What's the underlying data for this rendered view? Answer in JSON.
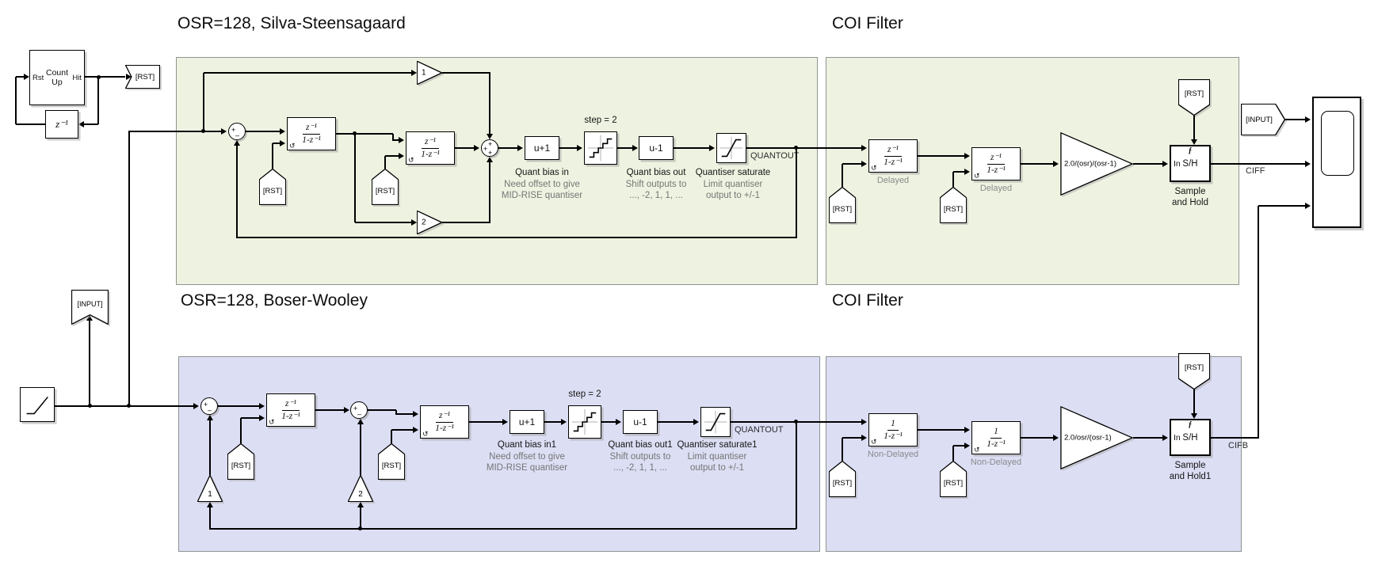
{
  "colors": {
    "panel_green": "#eef3e1",
    "panel_lavender": "#dcdef4",
    "panel_border": "#8e958f",
    "wire": "#000000",
    "annotation_gray": "#757575"
  },
  "glyphs": {
    "plus": "+",
    "minus": "–",
    "trigger": "ƒ",
    "reset": "↺"
  },
  "counter": {
    "block": "Count Up",
    "rst_port": "Rst",
    "hit_port": "Hit",
    "goto_tag": "[RST]",
    "unit_delay": "z⁻¹"
  },
  "source": {
    "input_tag": "[INPUT]"
  },
  "silva": {
    "title": "OSR=128, Silva-Steensagaard",
    "ff_gain": "1",
    "fb_gain": "2",
    "int1": {
      "num": "z⁻¹",
      "den": "1-z⁻¹",
      "rst": "[RST]"
    },
    "int2": {
      "num": "z⁻¹",
      "den": "1-z⁻¹",
      "rst": "[RST]"
    },
    "bias_in": {
      "expr": "u+1",
      "name": "Quant bias in",
      "note1": "Need offset to give",
      "note2": "MID-RISE quantiser"
    },
    "quantizer": {
      "step": "step = 2"
    },
    "bias_out": {
      "expr": "u-1",
      "name": "Quant bias out",
      "note1": "Shift outputs to",
      "note2": "..., -2, 1, 1, ..."
    },
    "saturate": {
      "name": "Quantiser saturate",
      "note1": "Limit quantiser",
      "note2": "output to +/-1"
    },
    "signal": "QUANTOUT"
  },
  "coi_top": {
    "title": "COI Filter",
    "int1": {
      "num": "z⁻¹",
      "den": "1-z⁻¹",
      "label": "Delayed",
      "rst": "[RST]"
    },
    "int2": {
      "num": "z⁻¹",
      "den": "1-z⁻¹",
      "label": "Delayed",
      "rst": "[RST]"
    },
    "gain": "2.0/(osr)/(osr-1)",
    "sh": {
      "rst": "[RST]",
      "in_port": "In",
      "port": "S/H",
      "name1": "Sample",
      "name2": "and Hold"
    },
    "signal": "CIFF"
  },
  "boser": {
    "title": "OSR=128, Boser-Wooley",
    "fb_gain1": "1",
    "fb_gain2": "2",
    "int1": {
      "num": "z⁻¹",
      "den": "1-z⁻¹",
      "rst": "[RST]"
    },
    "int2": {
      "num": "z⁻¹",
      "den": "1-z⁻¹",
      "rst": "[RST]"
    },
    "bias_in": {
      "expr": "u+1",
      "name": "Quant bias in1",
      "note1": "Need offset to give",
      "note2": "MID-RISE quantiser"
    },
    "quantizer": {
      "step": "step = 2"
    },
    "bias_out": {
      "expr": "u-1",
      "name": "Quant bias out1",
      "note1": "Shift outputs to",
      "note2": "..., -2, 1, 1, ..."
    },
    "saturate": {
      "name": "Quantiser saturate1",
      "note1": "Limit quantiser",
      "note2": "output to +/-1"
    },
    "signal": "QUANTOUT"
  },
  "coi_bottom": {
    "title": "COI Filter",
    "int1": {
      "num": "1",
      "den": "1-z⁻¹",
      "label": "Non-Delayed",
      "rst": "[RST]"
    },
    "int2": {
      "num": "1",
      "den": "1-z⁻¹",
      "label": "Non-Delayed",
      "rst": "[RST]"
    },
    "gain": "2.0/osr/(osr-1)",
    "sh": {
      "rst": "[RST]",
      "in_port": "In",
      "port": "S/H",
      "name1": "Sample",
      "name2": "and Hold1"
    },
    "signal": "CIFB"
  },
  "scope": {
    "input_tag": "[INPUT]"
  }
}
